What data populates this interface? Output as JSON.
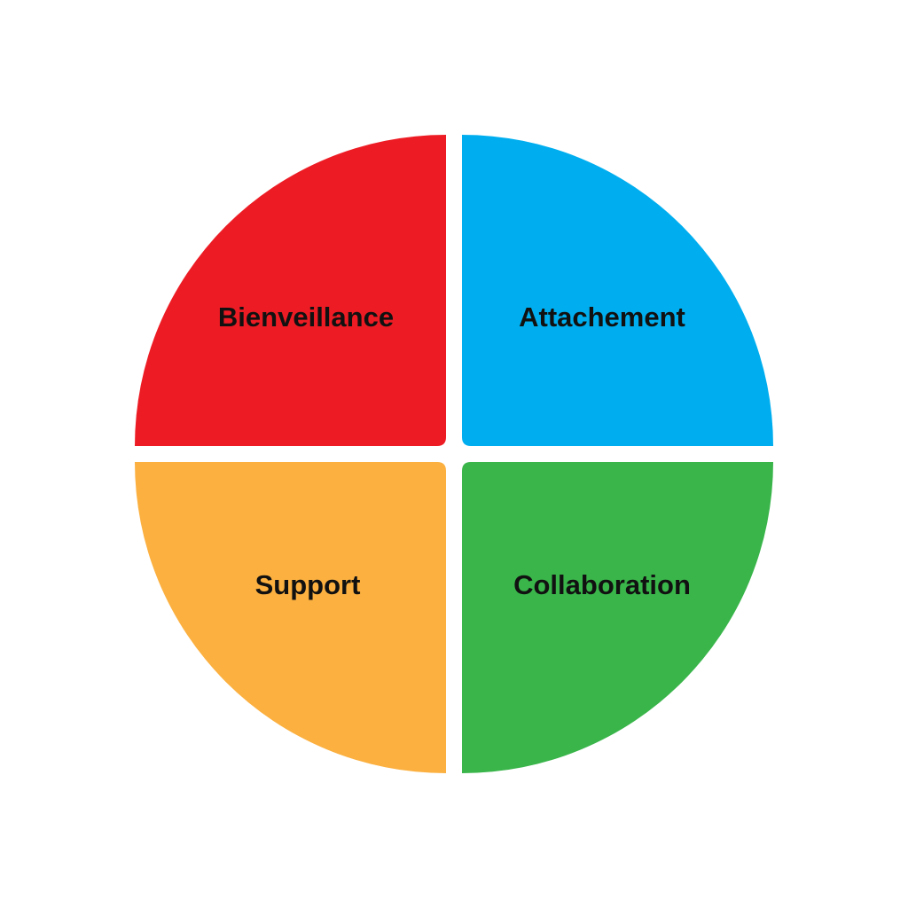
{
  "quadrants": [
    {
      "id": "top-left",
      "label": "Bienveillance",
      "color": "#ED1C24"
    },
    {
      "id": "top-right",
      "label": "Attachement",
      "color": "#00AEEF"
    },
    {
      "id": "bottom-left",
      "label": "Support",
      "color": "#FBB040"
    },
    {
      "id": "bottom-right",
      "label": "Collaboration",
      "color": "#39B54A"
    }
  ]
}
